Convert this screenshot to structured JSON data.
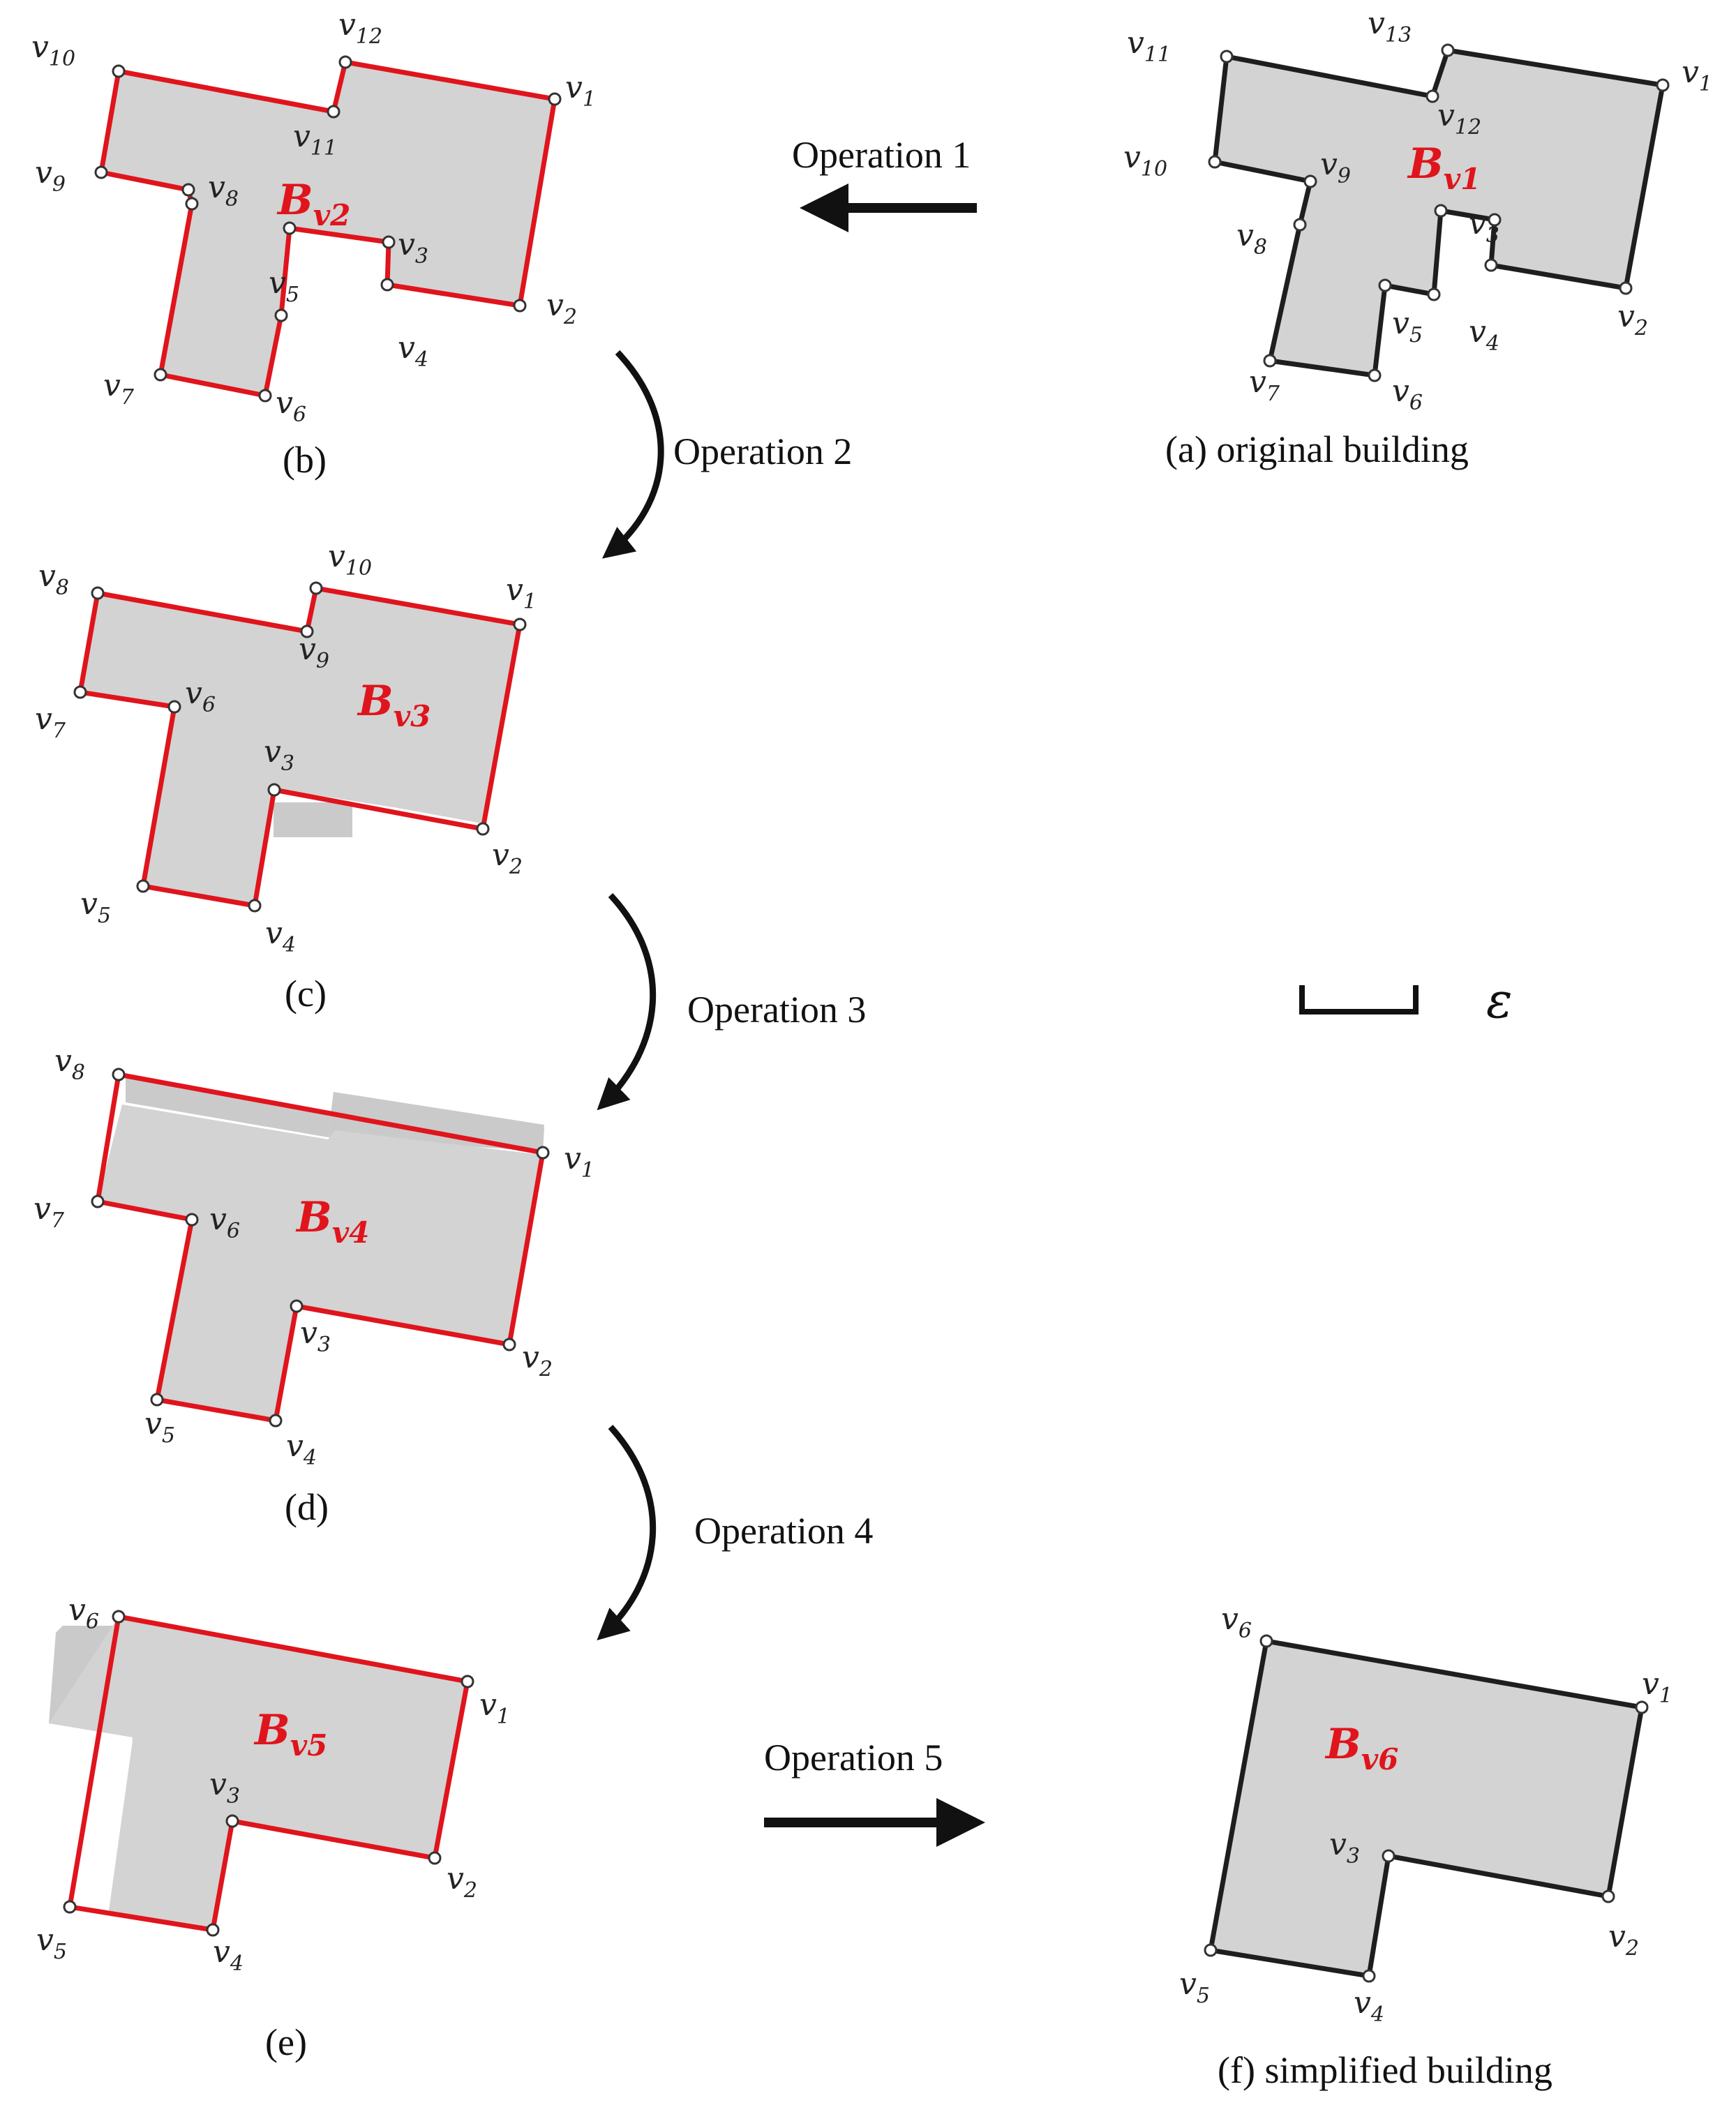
{
  "colors": {
    "fill": "#d2d3d2",
    "residual": "#cacaca",
    "red_outline": "#e0141c",
    "black_outline": "#1e1e1e",
    "vertex_fill": "#ffffff"
  },
  "panels": {
    "a": {
      "caption": "(a)  original building",
      "name_letter": "B",
      "name_sub": "v1",
      "vertex_prefix": "v",
      "vertex_labels": [
        "1",
        "2",
        "3",
        "4",
        "5",
        "6",
        "7",
        "8",
        "9",
        "10",
        "11",
        "12",
        "13"
      ]
    },
    "b": {
      "caption": "(b)",
      "name_letter": "B",
      "name_sub": "v2",
      "vertex_prefix": "v",
      "vertex_labels": [
        "1",
        "2",
        "3",
        "4",
        "5",
        "6",
        "7",
        "8",
        "9",
        "10",
        "11",
        "12"
      ]
    },
    "c": {
      "caption": "(c)",
      "name_letter": "B",
      "name_sub": "v3",
      "vertex_prefix": "v",
      "vertex_labels": [
        "1",
        "2",
        "3",
        "4",
        "5",
        "6",
        "7",
        "8",
        "9",
        "10"
      ]
    },
    "d": {
      "caption": "(d)",
      "name_letter": "B",
      "name_sub": "v4",
      "vertex_prefix": "v",
      "vertex_labels": [
        "1",
        "2",
        "3",
        "4",
        "5",
        "6",
        "7",
        "8"
      ]
    },
    "e": {
      "caption": "(e)",
      "name_letter": "B",
      "name_sub": "v5",
      "vertex_prefix": "v",
      "vertex_labels": [
        "1",
        "2",
        "3",
        "4",
        "5",
        "6"
      ]
    },
    "f": {
      "caption": "(f)  simplified  building",
      "name_letter": "B",
      "name_sub": "v6",
      "vertex_prefix": "v",
      "vertex_labels": [
        "1",
        "2",
        "3",
        "4",
        "5",
        "6"
      ]
    }
  },
  "operations": [
    "Operation  1",
    "Operation  2",
    "Operation  3",
    "Operation  4",
    "Operation  5"
  ],
  "tolerance_symbol": "ε"
}
